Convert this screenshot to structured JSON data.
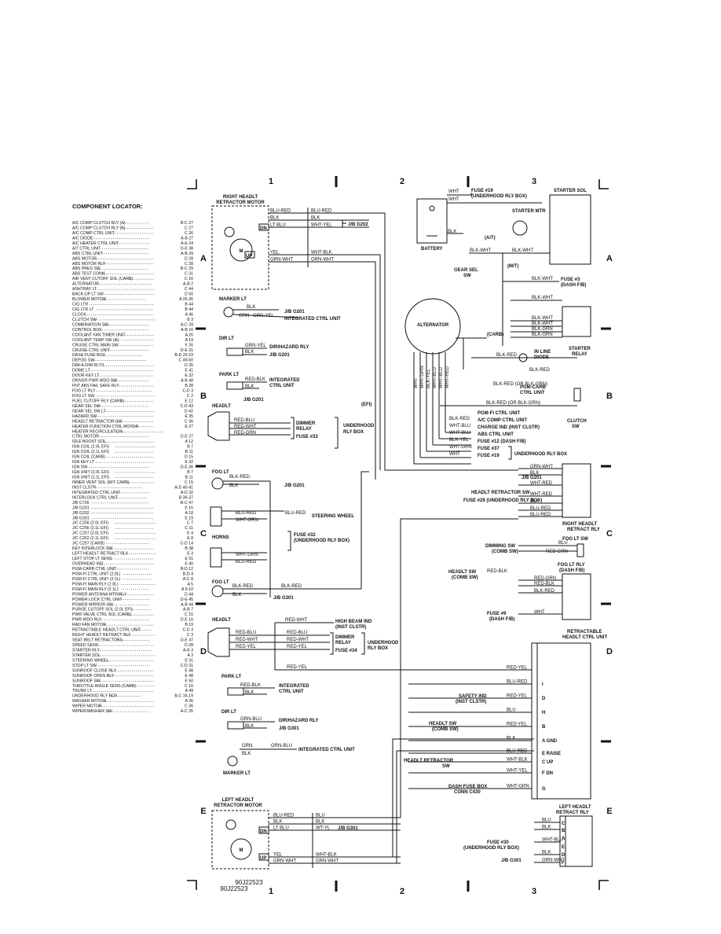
{
  "grid": {
    "columns": [
      "1",
      "2",
      "3"
    ],
    "rows": [
      "A",
      "B",
      "C",
      "D",
      "E"
    ]
  },
  "locator": {
    "title": "COMPONENT LOCATOR:",
    "entries": [
      [
        "A/C COMP CLUTCH RLY (A)",
        "B-C 27"
      ],
      [
        "A/C COMP CLUTCH RLY (B)",
        "C 27"
      ],
      [
        "A/C COMP CTRL UNIT",
        "C 26"
      ],
      [
        "A/C DIODE",
        "A-B 27"
      ],
      [
        "A/C HEATER CTRL UNIT",
        "A-E 24"
      ],
      [
        "A/T CTRL UNIT",
        "D-E 38"
      ],
      [
        "ABS CTRL UNIT",
        "A-B 29"
      ],
      [
        "ABS MOTOR",
        "D 28"
      ],
      [
        "ABS MOTOR RLY",
        "C 28"
      ],
      [
        "ABS PRES SW",
        "B-C 29"
      ],
      [
        "ABS TEST CONN",
        "C 31"
      ],
      [
        "AIR VENT CUTOFF SOL (CARB)",
        "C 16"
      ],
      [
        "ALTERNATOR",
        "A-B 2"
      ],
      [
        "ASHTRAY LT",
        "C 44"
      ],
      [
        "BACK-UP LT SW",
        "D 50"
      ],
      [
        "BLOWER MOTOR",
        "A 25-26"
      ],
      [
        "CIG LTR",
        "B 44"
      ],
      [
        "CIG LTR LT",
        "B 44"
      ],
      [
        "CLOCK",
        "A 46"
      ],
      [
        "CLUTCH SW",
        "B 3"
      ],
      [
        "COMBINATION SW",
        "A-C 39"
      ],
      [
        "CONTROL BOX",
        "A-B 16"
      ],
      [
        "COOLANT FAN TIMER UNIT",
        "A 26"
      ],
      [
        "COOLANT TEMP SW (A)",
        "A 19"
      ],
      [
        "CRUISE CTRL MAIN SW",
        "F 26"
      ],
      [
        "CRUISE CTRL UNIT",
        "D-E 31"
      ],
      [
        "DASH FUSE BOX",
        "B-D 20-23"
      ],
      [
        "DEFOG SW",
        "C 49-50"
      ],
      [
        "DIM-A-DIM RLYS",
        "D 35"
      ],
      [
        "DOME LT",
        "E 41"
      ],
      [
        "DOOR KEY LT",
        "E 32"
      ],
      [
        "DRIVER PWR WDO SW",
        "A-B 48"
      ],
      [
        "FNT ABS FAIL SAFE RLY",
        "B 28"
      ],
      [
        "FOG LT RLY",
        "C-D 3"
      ],
      [
        "FOG LT SW",
        "C 2"
      ],
      [
        "FUEL CUTOFF RLY (CARB)",
        "E 12"
      ],
      [
        "GEAR SEL SW",
        "C-D 43"
      ],
      [
        "GEAR SEL SW LT",
        "D 42"
      ],
      [
        "HAZARD SW",
        "E 35"
      ],
      [
        "HEADLT RETRACTOR SW",
        "C 36"
      ],
      [
        "HEATER FUNCTION CTRL MOTOR",
        "E 27"
      ],
      [
        "HEATER RECIRCULATION",
        "",
        ""
      ],
      [
        "  CTRL MOTOR",
        "D-E 27"
      ],
      [
        "IDLE BOOST SOL",
        "A 12"
      ],
      [
        "IGN COIL (2.0L EFI)",
        "B 7"
      ],
      [
        "IGN COIL (2.1L EFI)",
        "B 11"
      ],
      [
        "IGN COIL (CARB)",
        "D 15"
      ],
      [
        "IGN KEY LT",
        "E 32"
      ],
      [
        "IGN SW",
        "D-E 36"
      ],
      [
        "IGN UNIT (2.0L EFI)",
        "B 7"
      ],
      [
        "IGN UNIT (2.1L EFI)",
        "B 11"
      ],
      [
        "INNER VENT SOL (M/T CARB)",
        "C 15"
      ],
      [
        "INST CLSTR",
        "A-D 40-41"
      ],
      [
        "INTEGRATED CTRL UNIT",
        "A-D 32"
      ],
      [
        "INTERLOCK CTRL UNIT",
        "B 36-37"
      ],
      [
        "J/B C726",
        "B-C 47"
      ],
      [
        "J/B G201",
        "E 16"
      ],
      [
        "J/B G202",
        "A 18"
      ],
      [
        "J/B G301",
        "E 19"
      ],
      [
        "J/C C256 (2.0L EFI)",
        "C 7"
      ],
      [
        "J/C C256 (2.1L EFI)",
        "C 11"
      ],
      [
        "J/C C257 (2.0L EFI)",
        "E 4"
      ],
      [
        "J/C C262 (2.1L EFI)",
        "E 8"
      ],
      [
        "J/C C257 (CARB)",
        "C-D 14"
      ],
      [
        "KEY INTERLOCK SW",
        "B 38"
      ],
      [
        "LEFT HEADLT RETRACT RLY",
        "E 3"
      ],
      [
        "LEFT STOP LT SENS",
        "E 51"
      ],
      [
        "OVERHEAD IND",
        "E 40"
      ],
      [
        "PGM-CARB CTRL UNIT",
        "B-D 12"
      ],
      [
        "PGM-FI CTRL UNIT (2.0L)",
        "B-D 4"
      ],
      [
        "PGM-FI CTRL UNIT (2.1L)",
        "A-C 8"
      ],
      [
        "PGM-FI MAIN RLY (2.0L)",
        "A 5"
      ],
      [
        "PGM-FI MAIN RLY (2.1L)",
        "A 9-10"
      ],
      [
        "POWER ANTENNA MTR/RLY",
        "D 44"
      ],
      [
        "POWER LOCK CTRL UNIT",
        "D-E 45"
      ],
      [
        "POWER MIRROR SW",
        "A-B 44"
      ],
      [
        "PURGE CUTOFF SOL (2.0L EFI)",
        "A-B 7"
      ],
      [
        "PWR VALVE CTRL SOL (CARB)",
        "C 15"
      ],
      [
        "PWR WDO RLY",
        "D-E 16"
      ],
      [
        "RAD FAN MOTOR",
        "B 19"
      ],
      [
        "RETRACTABLE HEADLT CTRL UNIT",
        "C-D 3"
      ],
      [
        "RIGHT HEADLT RETRACT RLY",
        "C 3"
      ],
      [
        "SEAT BELT RETRACTORS",
        "D-E 47"
      ],
      [
        "SPEED SENS",
        "D 28"
      ],
      [
        "STARTER RLY",
        "A-B 3"
      ],
      [
        "STARTER SOL",
        "A 3"
      ],
      [
        "STEERING WHEEL",
        "E 31"
      ],
      [
        "STOP LT SW",
        "C-D 31"
      ],
      [
        "SUNROOF CLOSE RLY",
        "E 48"
      ],
      [
        "SUNROOF OPEN RLY",
        "E 48"
      ],
      [
        "SUNROOF SW",
        "E 50"
      ],
      [
        "THROTTLE ANGLE SENS (CARB)",
        "C 16"
      ],
      [
        "TRUNK LT",
        "A 49"
      ],
      [
        "UNDERHOOD RLY BOX",
        "B-C 16-19"
      ],
      [
        "WASHER MOTOR",
        "A 36"
      ],
      [
        "WIPER MOTOR",
        "C 36"
      ],
      [
        "WIPER/WASHER SW",
        "A-C 35"
      ]
    ]
  },
  "labels": {
    "right_motor": [
      "RIGHT HEADLT",
      "RETRACTOR MOTOR"
    ],
    "left_motor": [
      "LEFT HEADLT",
      "RETRACTOR MOTOR"
    ],
    "marker_lt": "MARKER LT",
    "dir_lt": "DIR LT",
    "park_lt": "PARK LT",
    "headlt": "HEADLT",
    "fog_lt": "FOG LT",
    "horns": "HORNS",
    "steering_wheel": "STEERING WHEEL",
    "battery": "BATTERY",
    "starter_sol": "STARTER SOL",
    "starter_mtr": "STARTER MTR",
    "alternator": "ALTERNATOR",
    "gear_sel_sw": [
      "GEAR SEL",
      "SW"
    ],
    "at": "(A/T)",
    "mt": "(M/T)",
    "carb": "(CARB)",
    "efi": "(EFI)",
    "starter_relay": [
      "STARTER",
      "RELAY"
    ],
    "in_line_diode": [
      "IN LINE",
      "DIODE"
    ],
    "clutch_sw": [
      "CLUTCH",
      "SW"
    ],
    "pgm_carb": [
      "PGM-CARB",
      "CTRL UNIT"
    ],
    "fuse19": [
      "FUSE #19",
      "(UNDERHOOD RLY BOX)"
    ],
    "fuse3": [
      "FUSE #3",
      "(DASH F/B)"
    ],
    "right_relay": [
      "RIGHT HEADLT",
      "RETRACT RLY"
    ],
    "left_relay": [
      "LEFT HEADLT",
      "RETRACT RLY"
    ],
    "fog_relay": [
      "FOG LT RLY",
      "(DASH F/B)"
    ],
    "fog_sw": "FOG LT SW",
    "ctrl_unit": [
      "RETRACTABLE",
      "HEADLT CTRL UNIT"
    ],
    "dimmer_relay": [
      "DIMMER",
      "RELAY"
    ],
    "underhood_rly_box": [
      "UNDERHOOD",
      "RLY BOX"
    ],
    "fuse33": "FUSE #33",
    "fuse32": [
      "FUSE #32",
      "(UNDERHOOD RLY BOX)"
    ],
    "fuse34": "FUSE #34",
    "high_beam": [
      "HIGH BEAM IND",
      "(INST CLSTR)"
    ],
    "integrated": "INTEGRATED CTRL UNIT",
    "integrated2": [
      "INTEGRATED",
      "CTRL UNIT"
    ],
    "dir_hazard": "DIR/HAZARD RLY",
    "jb_g201": "J/B G201",
    "jb_g202": "J/B G202",
    "jb_g301": "J/B G301",
    "alt_taps": [
      "PGM-FI CTRL UNIT",
      "A/C COMP CTRL UNIT",
      "CHARGE IND (INST CLSTR)",
      "ABS CTRL UNIT",
      "FUSE #12 (DASH F/B)",
      "FUSE #37",
      "FUSE #19"
    ],
    "alt_wires": [
      "BLK-RED",
      "WHT-BLU",
      "WHT-BLU",
      "BLK-YEL",
      "WHT-GRN",
      "WHT"
    ],
    "underhood_rly_box_b": "UNDERHOOD RLY BOX",
    "right_relay_feeds": [
      "HEADLT RETRACTOR SW",
      "FUSE #29 (UNDERHOOD RLY BOX)"
    ],
    "dimming_sw": [
      "DIMMING SW",
      "(COMB SW)"
    ],
    "headlt_sw": [
      "HEADLT SW",
      "(COMB SW)"
    ],
    "fuse9": [
      "FUSE #9",
      "(DASH F/B)"
    ],
    "safety_ind": [
      "SAFETY IND",
      "(INST CLSTR)"
    ],
    "headlt_retractor_sw": [
      "HEADLT RETRACTOR",
      "SW"
    ],
    "dash_fuse_box": [
      "DASH FUSE BOX",
      "CONN C430"
    ],
    "fuse30": [
      "FUSE #30",
      "(UNDERHOOD RLY BOX)"
    ],
    "ctrl_pins": [
      "I",
      "D",
      "H",
      "B",
      "A GND",
      "E RAISE",
      "C UP",
      "F DN",
      "G"
    ],
    "relay_pins": [
      "GRN-WHT",
      "BLK",
      "WHT-RED",
      "WHT-RED",
      "BLK",
      "BLU-RED",
      "BLU-RED"
    ],
    "fog_relay_wires": [
      "RED-GRN",
      "RED-BLK",
      "BLK-RED",
      "WHT"
    ],
    "fog_sw_wires": [
      "BLU",
      "RED-GRN"
    ],
    "ctrl_wires": [
      "RED-YEL",
      "BLU-RED",
      "RED-YEL",
      "BLU",
      "RED-YEL",
      "BLK",
      "BLU-RED",
      "WHT-BLK",
      "WHT-YEL",
      "WHT-GRN"
    ],
    "left_relay_wires": [
      "BLU",
      "BLK",
      "WHT-BLU",
      "BLK",
      "GRN-WHT"
    ],
    "left_relay_pins": [
      "C",
      "B",
      "A",
      "E",
      "D",
      "F"
    ],
    "motor_wires_r": [
      "BLU-RED",
      "BLK",
      "LT BLU",
      "YEL",
      "GRN-WHT",
      "BLU-RED",
      "BLK",
      "WHT-YEL",
      "WHT-BLK",
      "GRN-WHT"
    ],
    "motor_pins": [
      "DN",
      "UP"
    ],
    "motor_wires_l": [
      "BLU-RED",
      "BLK",
      "LT BLU",
      "YEL",
      "GRN-WHT",
      "BLU",
      "BLK",
      "WT-YL",
      "WHT-BLK",
      "GRN-WHT"
    ],
    "small_wires": [
      "BLK",
      "GRN",
      "GRN-YEL",
      "GRN-YEL",
      "BLK",
      "RED-BLK",
      "BLK",
      "RED-BLU",
      "RED-WHT",
      "RED-GRN",
      "BLK-RED",
      "BLK",
      "BLU-RED",
      "WHT-GRN",
      "BLU-RED",
      "WHT-GRN",
      "BLU-RED",
      "BLK-RED",
      "BLK",
      "BLK-RED",
      "RED-BLU",
      "RED-WHT",
      "RED-YEL",
      "RED-BLU",
      "RED-WHT",
      "RED-YEL",
      "RED-WHT",
      "RED-YEL",
      "RED-BLK",
      "BLK",
      "GRN-BLU",
      "BLK",
      "GRN-BLU",
      "GRN",
      "BLK",
      "GRN-BLU"
    ],
    "starter_wires": [
      "WHT",
      "WHT",
      "BLK",
      "BLK-WHT",
      "BLK-WHT",
      "BLK-WHT",
      "BLK-WHT",
      "BLK-WHT",
      "BLK-WHT",
      "BLK-GRN",
      "BLK-GRN",
      "BLK-RED",
      "BLK-RED",
      "BLK-RED (OR BLK-GRN)",
      "BLK"
    ],
    "diagram_id": "90J22523"
  }
}
